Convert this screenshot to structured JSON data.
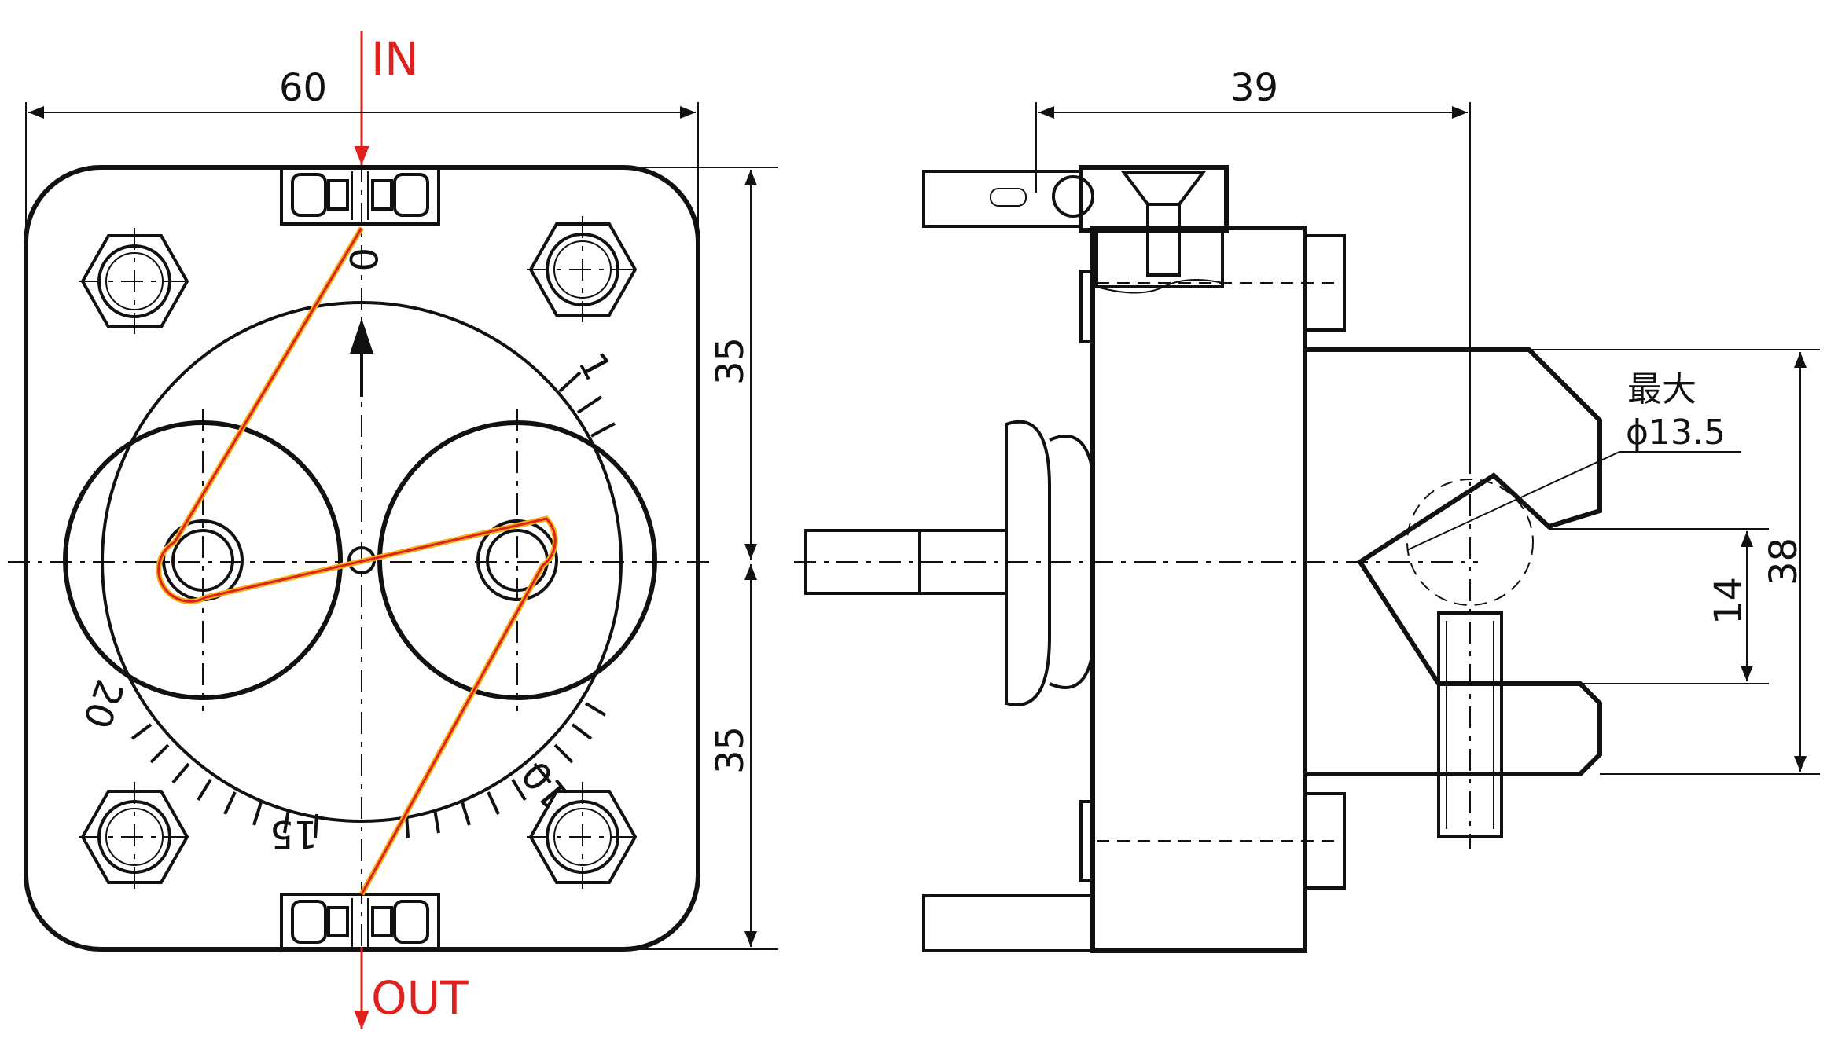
{
  "labels": {
    "inlet": "IN",
    "outlet": "OUT",
    "note_line1": "最大",
    "note_line2": "ϕ13.5"
  },
  "dimensions": {
    "front_width": "60",
    "front_upper_height": "35",
    "front_lower_height": "35",
    "side_depth": "39",
    "clamp_height": "38",
    "clamp_inner": "14"
  },
  "dial": {
    "zero": "0",
    "one": "1",
    "ten": "10",
    "fifteen": "15",
    "twenty": "20"
  },
  "colors": {
    "line": "#111111",
    "tube_path": "#e0201c",
    "tube_path_inner": "#f2b21a",
    "hatch": "#777777"
  }
}
